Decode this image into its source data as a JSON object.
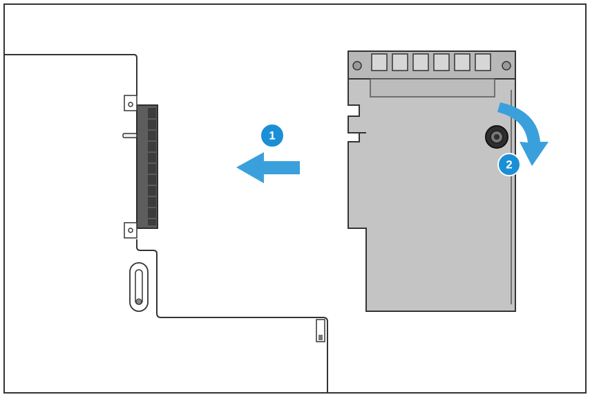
{
  "diagram": {
    "steps": [
      {
        "number": "1",
        "action": "slide-left-arrow"
      },
      {
        "number": "2",
        "action": "rotate-clockwise-arrow"
      }
    ],
    "colors": {
      "arrow": "#3aa0dc",
      "badge": "#1b8fd6",
      "card": "#c4c4c4",
      "card_outline": "#4a4a4a",
      "background": "#ffffff",
      "line": "#333333"
    },
    "icons": [
      "arrow-left-icon",
      "rotate-clockwise-icon",
      "thumbscrew-icon"
    ]
  }
}
